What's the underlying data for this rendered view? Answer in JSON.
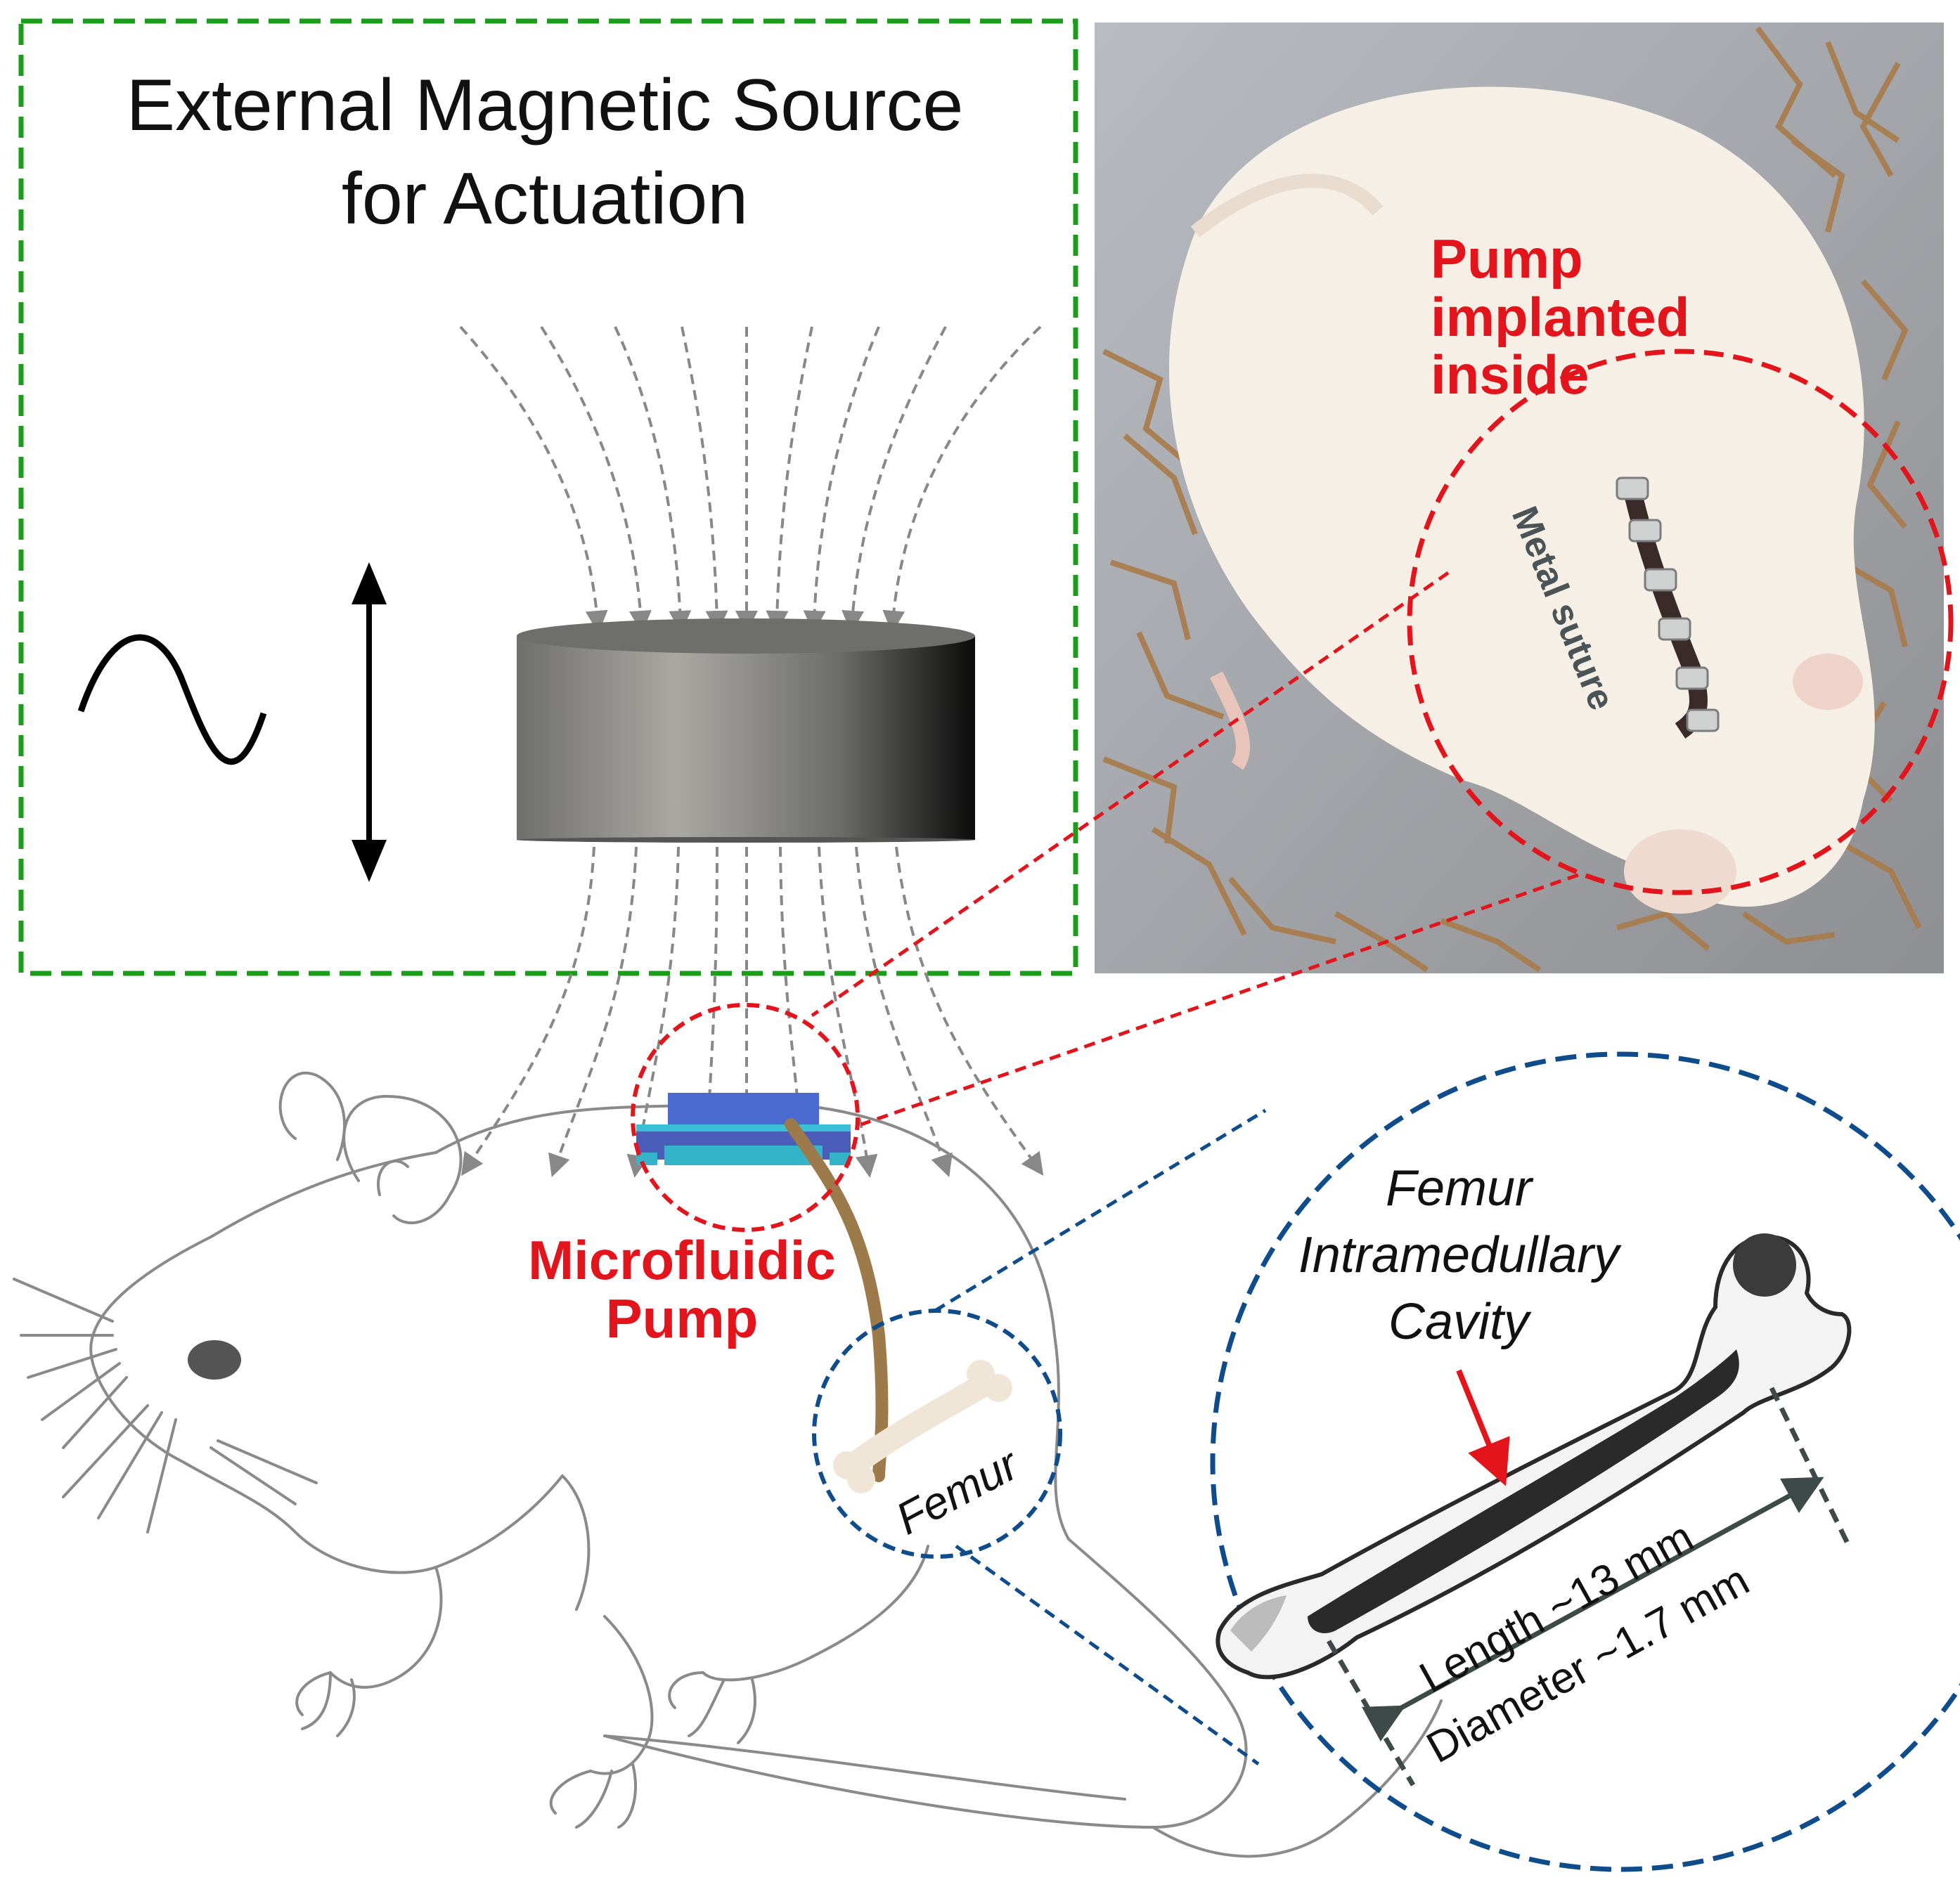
{
  "panel_external": {
    "title_line1": "External Magnetic Source",
    "title_line2": "for Actuation",
    "icon": "sine-wave-icon",
    "arrow_icon": "double-arrow-icon",
    "border_color": "#1a9e1a"
  },
  "photo": {
    "label_line1": "Pump",
    "label_line2": "implanted",
    "label_line3": "inside",
    "suture_label": "Metal suture",
    "label_color": "#e3141b"
  },
  "mouse": {
    "pump_label_line1": "Microfluidic",
    "pump_label_line2": "Pump",
    "femur_label": "Femur"
  },
  "femur_detail": {
    "title_line1": "Femur",
    "title_line2": "Intramedullary",
    "title_line3": "Cavity",
    "length_label": "Length ~13 mm",
    "diameter_label": "Diameter ~1.7 mm",
    "border_color": "#0f4c8c"
  }
}
